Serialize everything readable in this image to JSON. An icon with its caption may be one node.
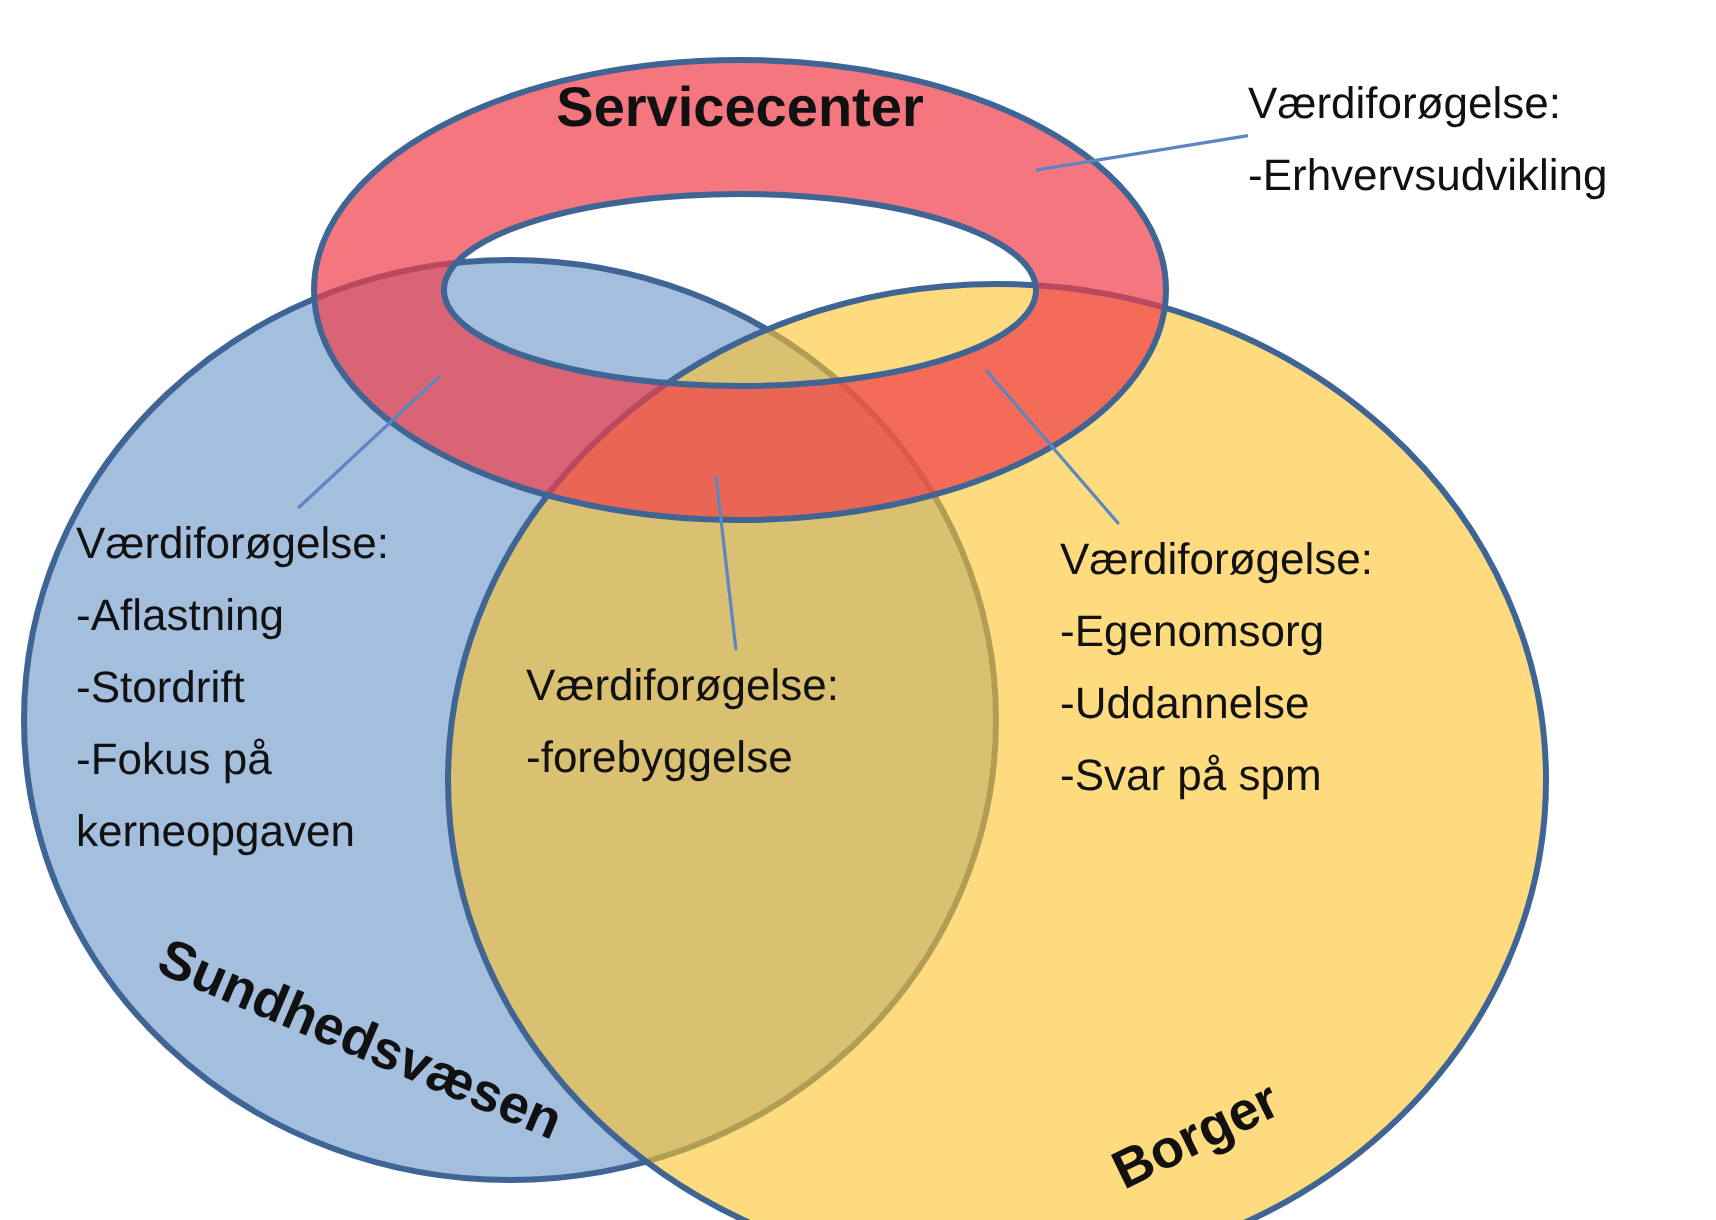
{
  "diagram": {
    "nodes": [
      {
        "text": [
          "Servicecenter"
        ]
      },
      {
        "text": [
          "Sundhedsvæsen"
        ]
      },
      {
        "text": [
          "Borger"
        ]
      },
      {
        "text": [
          "Værdiforøgelse:",
          "-Erhvervsudvikling"
        ]
      },
      {
        "text": [
          "Værdiforøgelse:",
          "-Aflastning",
          "-Stordrift",
          "-Fokus på kerneopgaven"
        ],
        "in": 1
      },
      {
        "text": [
          "Værdiforøgelse:",
          "-forebyggelse"
        ]
      },
      {
        "text": [
          "Værdiforøgelse:",
          "-Egenomsorg",
          "-Uddannelse",
          "-Svar på spm"
        ],
        "in": 2
      }
    ],
    "edges": [
      {
        "from": 3,
        "to": 0,
        "arrow": "none"
      },
      {
        "from": 4,
        "to": 0,
        "arrow": "none"
      },
      {
        "from": 5,
        "to": 0,
        "arrow": "none"
      },
      {
        "from": 6,
        "to": 0,
        "arrow": "none"
      }
    ]
  }
}
